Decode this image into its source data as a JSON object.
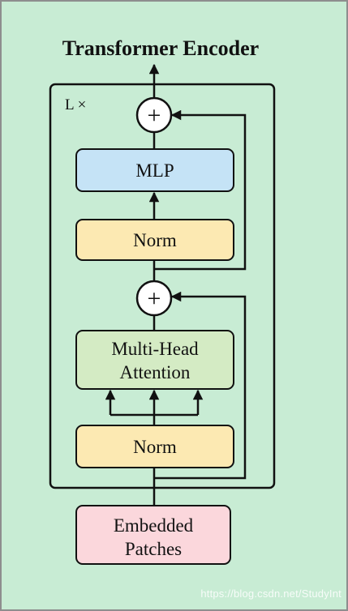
{
  "title": "Transformer Encoder",
  "loop_label": "L ×",
  "blocks": {
    "mlp": "MLP",
    "norm_top": "Norm",
    "attention_line1": "Multi-Head",
    "attention_line2": "Attention",
    "norm_bottom": "Norm",
    "embedded_line1": "Embedded",
    "embedded_line2": "Patches"
  },
  "add_symbol": "+",
  "watermark": "https://blog.csdn.net/StudyInt",
  "colors": {
    "background": "#c8ecd4",
    "frame": "#8e8e8e",
    "mlp": "#c5e3f6",
    "norm": "#fce9b2",
    "attention": "#d4ebc4",
    "embedded": "#fbd7dc",
    "line": "#111111"
  }
}
